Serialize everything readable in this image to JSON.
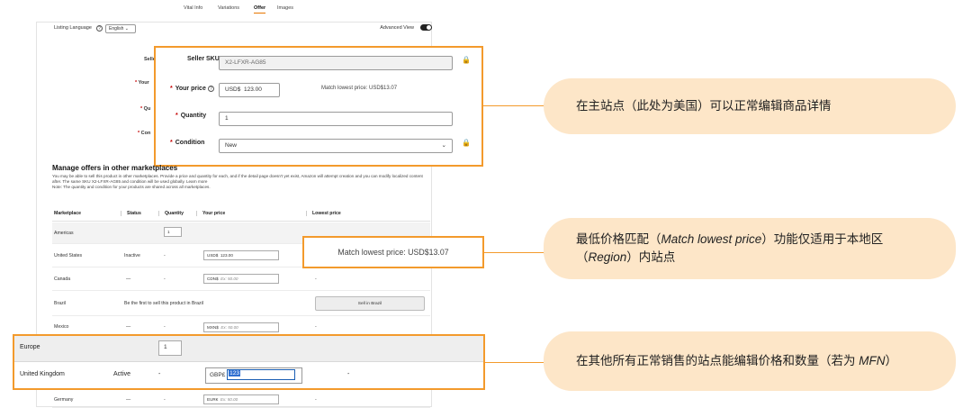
{
  "tabs": [
    {
      "label": "Vital Info",
      "active": false
    },
    {
      "label": "Variations",
      "active": false
    },
    {
      "label": "Offer",
      "active": true
    },
    {
      "label": "Images",
      "active": false
    }
  ],
  "listing_language": {
    "label": "Listing Language",
    "value": "English"
  },
  "advanced_view": {
    "label": "Advanced View",
    "on": true
  },
  "base_form_clipped_labels": [
    "Selle",
    "Your",
    "Qu",
    "Con"
  ],
  "offer_form": {
    "seller_sku": {
      "label": "Seller SKU",
      "value": "X2-LFXR-AG85"
    },
    "your_price": {
      "label": "Your price",
      "currency": "USD$",
      "value": "123.00",
      "match_text": "Match lowest price: USD$13.07"
    },
    "quantity": {
      "label": "Quantity",
      "value": "1"
    },
    "condition": {
      "label": "Condition",
      "value": "New"
    }
  },
  "manage_offers": {
    "title": "Manage offers in other marketplaces",
    "description": "You may be able to sell this product in other marketplaces. Provide a price and quantity for each, and if the detail page doesn't yet exist, Amazon will attempt creation and you can modify localized content after. The same SKU X2-LFXR-AG85 and condition will be used globally. Learn more",
    "note": "Note: The quantity and condition for your products are shared across all marketplaces.",
    "columns": [
      "Marketplace",
      "Status",
      "Quantity",
      "Your price",
      "Lowest price"
    ],
    "rows": {
      "americas": {
        "marketplace": "Americas",
        "quantity": "1"
      },
      "us": {
        "marketplace": "United States",
        "status": "Inactive",
        "quantity": "-",
        "currency": "USD$",
        "price": "123.00"
      },
      "ca": {
        "marketplace": "Canada",
        "status": "—",
        "quantity": "-",
        "currency": "CDN$",
        "placeholder": "Ex: 50.00",
        "lowest": "-"
      },
      "br": {
        "marketplace": "Brazil",
        "status": "Be the first to sell this product in Brazil",
        "button": "Sell in Brazil"
      },
      "mx": {
        "marketplace": "Mexico",
        "status": "—",
        "quantity": "-",
        "currency": "MXN$",
        "placeholder": "Ex: 50.00",
        "lowest": "-"
      },
      "de": {
        "marketplace": "Germany",
        "status": "—",
        "quantity": "-",
        "currency": "EUR€",
        "placeholder": "Ex: 50.00",
        "lowest": "-"
      }
    }
  },
  "match_zoom": "Match lowest price: USD$13.07",
  "europe_zoom": {
    "europe": {
      "marketplace": "Europe",
      "quantity": "1"
    },
    "uk": {
      "marketplace": "United Kingdom",
      "status": "Active",
      "quantity": "-",
      "currency": "GBP£",
      "price": "123",
      "lowest": "-"
    }
  },
  "callouts": {
    "c1": "在主站点（此处为美国）可以正常编辑商品详情",
    "c2_a": "最低价格匹配（",
    "c2_b": "Match lowest price",
    "c2_c": "）功能仅适用于本地区（",
    "c2_d": "Region",
    "c2_e": "）内站点",
    "c3_a": "在其他所有正常销售的站点能编辑价格和数量（若为 ",
    "c3_b": "MFN",
    "c3_c": "）"
  },
  "colors": {
    "accent": "#f39a2c",
    "callout_bg": "#fde6c8"
  }
}
